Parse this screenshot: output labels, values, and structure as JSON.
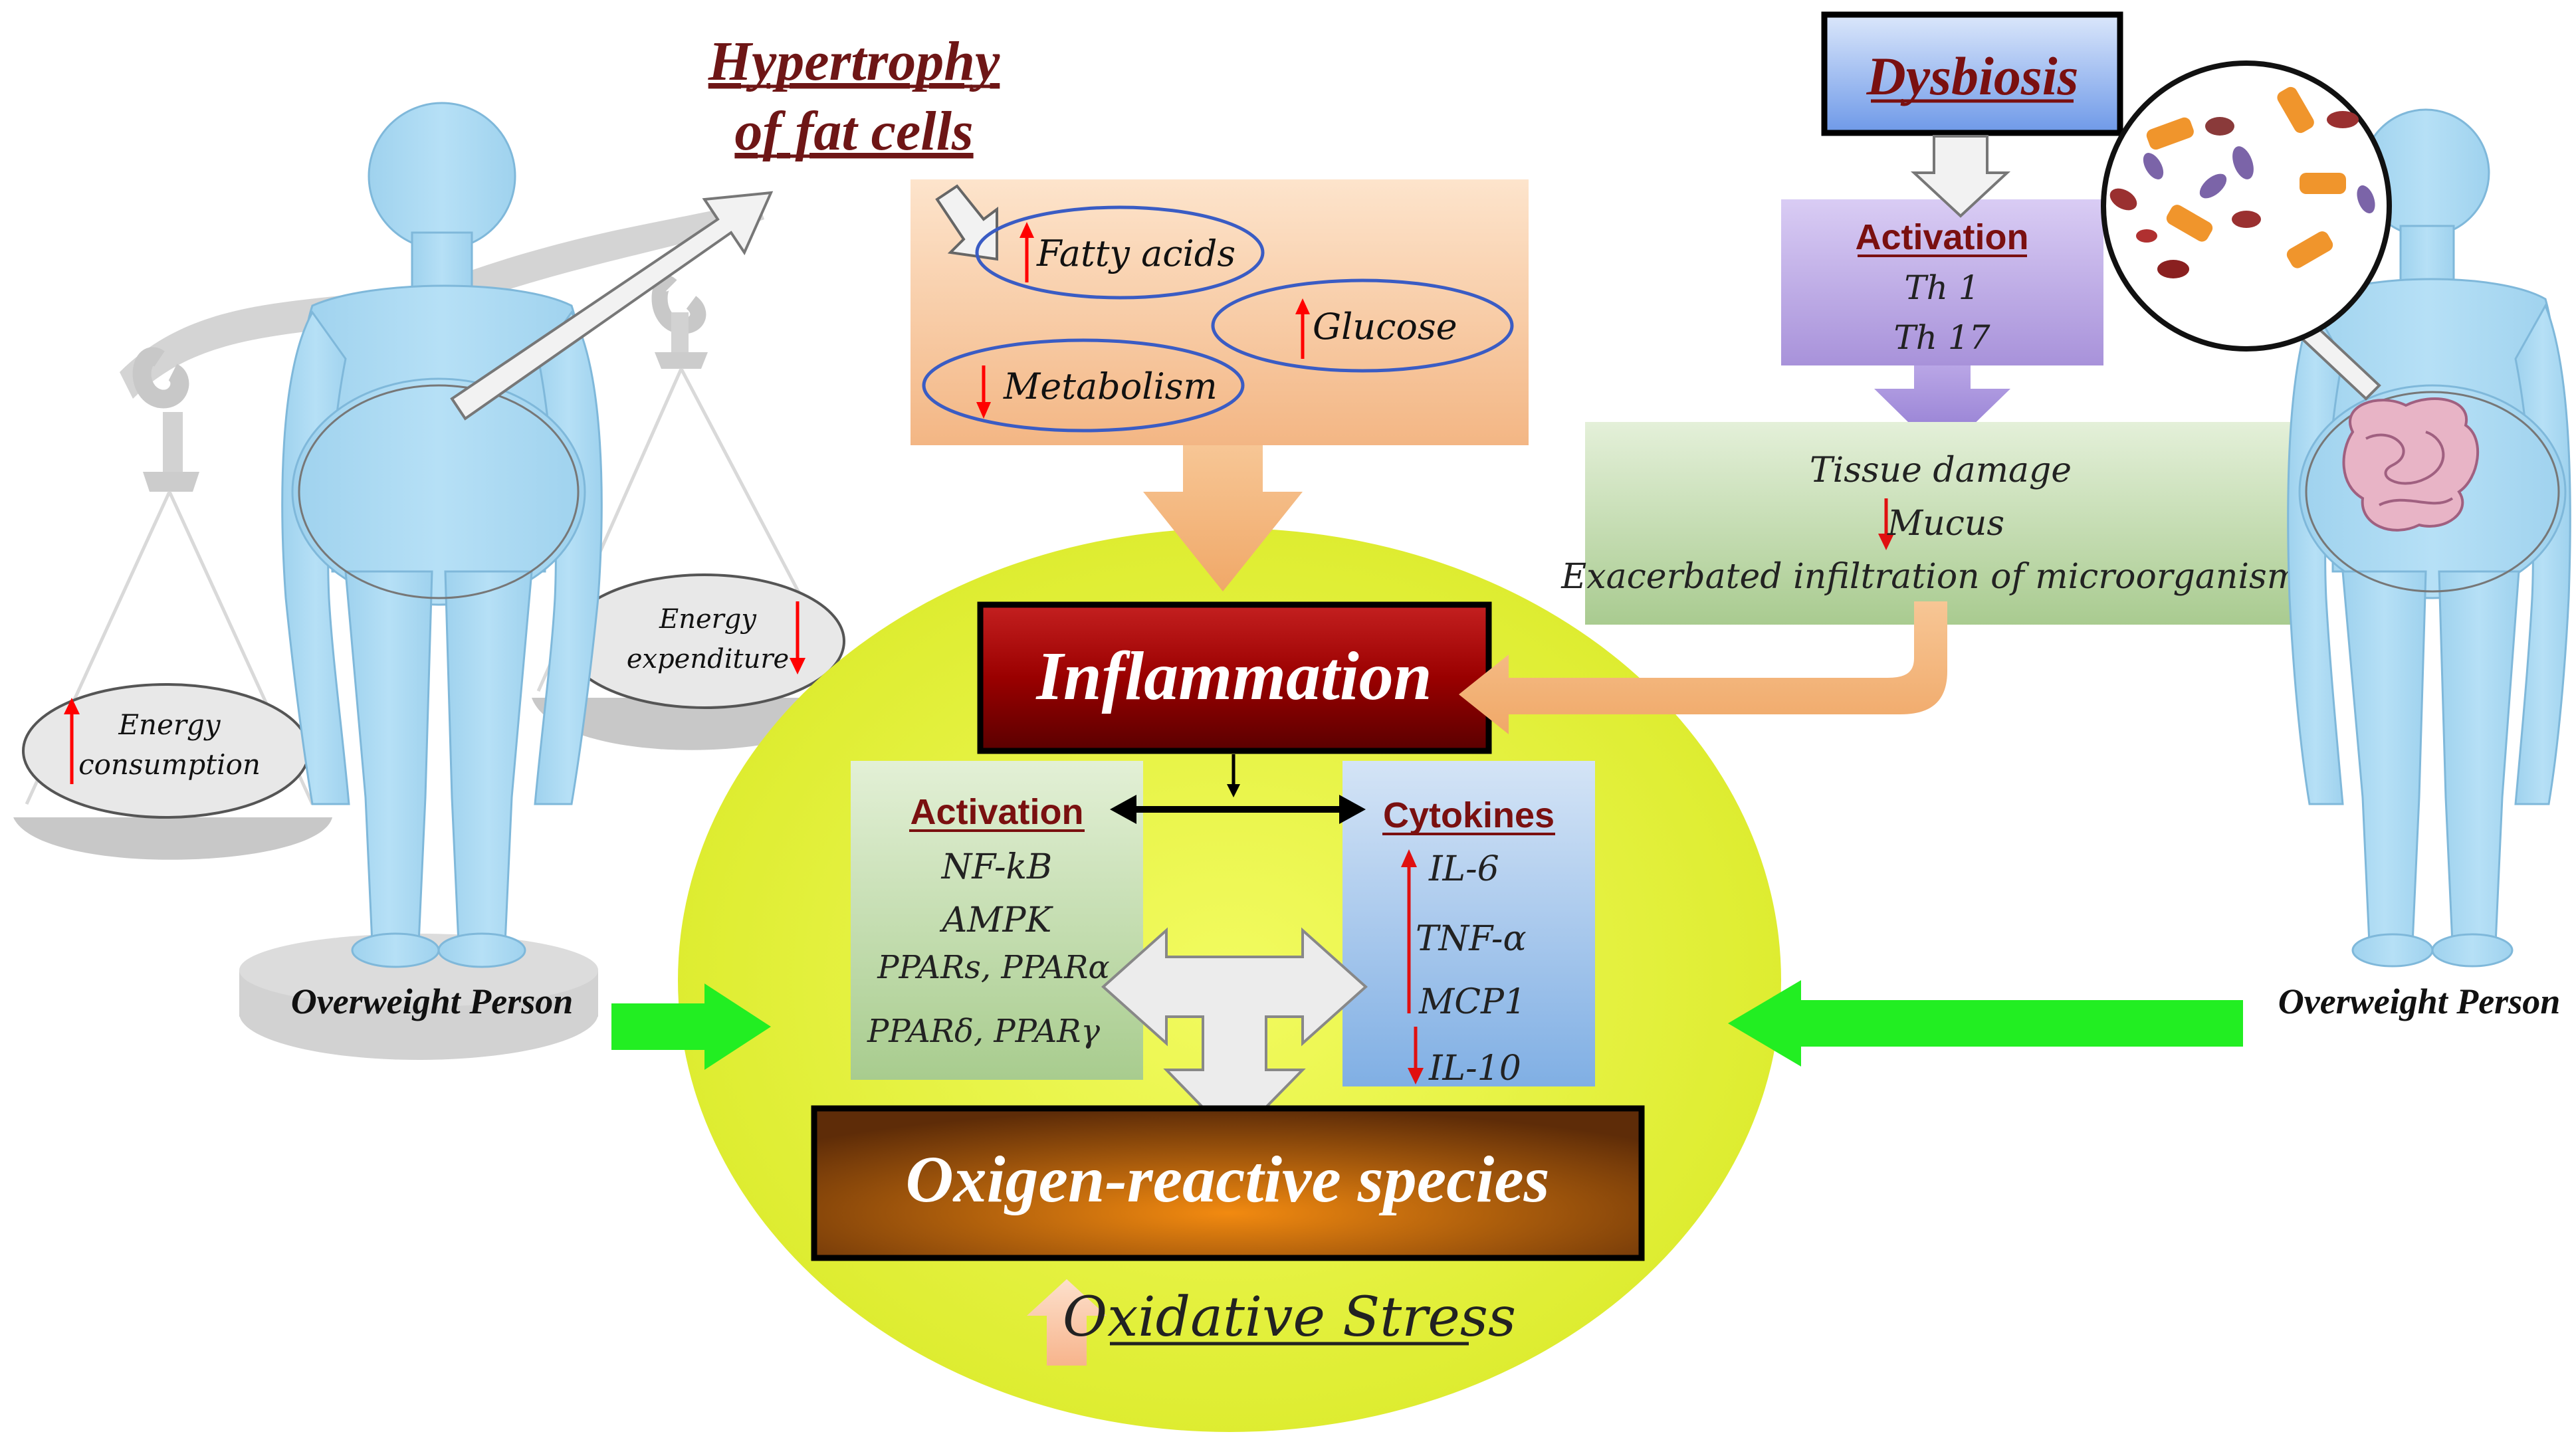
{
  "title_hypertrophy": [
    "Hypertrophy",
    "of fat cells"
  ],
  "title_dysbiosis": "Dysbiosis",
  "fat_box": {
    "fatty_acids": "Fatty acids",
    "glucose": "Glucose",
    "metabolism": "Metabolism"
  },
  "dysbiosis_activation": {
    "heading": "Activation",
    "items": [
      "Th 1",
      "Th 17"
    ]
  },
  "tissue_box": {
    "line1": "Tissue damage",
    "line2": "Mucus",
    "line3": "Exacerbated infiltration of microorganisms"
  },
  "inflammation": "Inflammation",
  "activation_panel": {
    "heading": "Activation",
    "items": [
      "NF-kB",
      "AMPK",
      "PPARs, PPARα",
      "PPARδ, PPARγ"
    ]
  },
  "cytokines_panel": {
    "heading": "Cytokines",
    "items": [
      "IL-6",
      "TNF-α",
      "MCP1",
      "IL-10"
    ]
  },
  "ros": "Oxigen-reactive species",
  "oxidative_stress": "Oxidative Stress",
  "energy_consumption": [
    "Energy",
    "consumption"
  ],
  "energy_expenditure": [
    "Energy",
    "expenditure"
  ],
  "person_left_label": "Overweight Person",
  "person_right_label": "Overweight Person",
  "colors": {
    "big_ellipse": "#eaf53a",
    "inflammation_box": "#8b0000",
    "ros_box": "#b35400",
    "arrow_green": "#22ee22",
    "arrow_up_red": "#ff0000",
    "title_dark_red": "#7a1010",
    "body_blue": "#a9d8f0",
    "dysbiosis_box": "#7fa7ef",
    "activation_lilac": "#b6a3e0",
    "tissue_green": "#c6dfb2",
    "fat_orange": "#f6c79d"
  }
}
